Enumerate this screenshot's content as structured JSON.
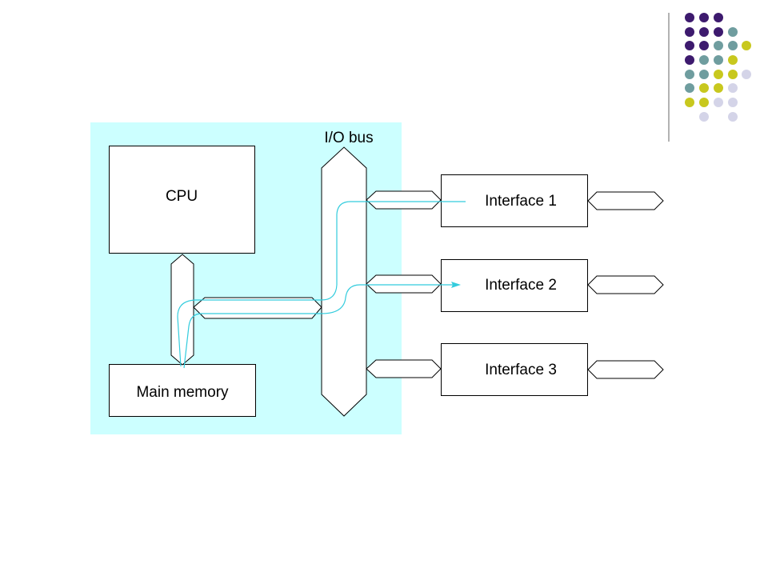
{
  "diagram": {
    "bus_label": "I/O bus",
    "cpu_label": "CPU",
    "memory_label": "Main memory",
    "interfaces": [
      {
        "label": "Interface 1"
      },
      {
        "label": "Interface 2"
      },
      {
        "label": "Interface 3"
      }
    ]
  },
  "colors": {
    "system_background": "#ccffff",
    "signal_path": "#33ccdd",
    "dot_purple": "#3d1a6e",
    "dot_teal": "#6f9d9f",
    "dot_yellow": "#c8c81e",
    "dot_lavender": "#d4d4e8"
  }
}
